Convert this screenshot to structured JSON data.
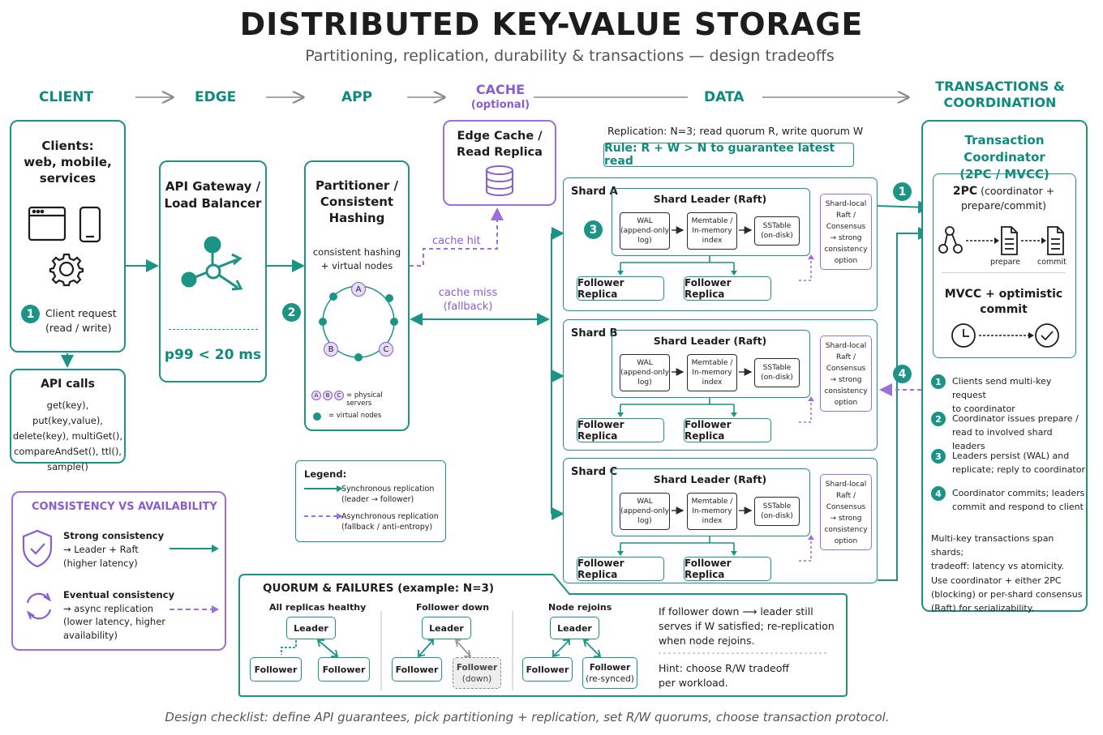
{
  "title": "DISTRIBUTED KEY-VALUE STORAGE",
  "subtitle": "Partitioning, replication, durability & transactions — design tradeoffs",
  "columns": {
    "client": "CLIENT",
    "edge": "EDGE",
    "app": "APP",
    "cache": "CACHE",
    "cache_note": "(optional)",
    "data": "DATA",
    "tx_line1": "TRANSACTIONS &",
    "tx_line2": "COORDINATION"
  },
  "clients": {
    "title_l1": "Clients:",
    "title_l2": "web, mobile,",
    "title_l3": "services",
    "step": "1",
    "req_l1": "Client request",
    "req_l2": "(read / write)"
  },
  "api_calls": {
    "title": "API calls",
    "l1": "get(key), put(key,value),",
    "l2": "delete(key), multiGet(),",
    "l3": "compareAndSet(), ttl(),",
    "l4": "sample()"
  },
  "gateway": {
    "l1": "API Gateway /",
    "l2": "Load Balancer",
    "latency": "p99 < 20 ms"
  },
  "partitioner": {
    "l1": "Partitioner /",
    "l2": "Consistent",
    "l3": "Hashing",
    "note_l1": "consistent hashing",
    "note_l2": "+ virtual nodes",
    "step": "2",
    "node_a": "A",
    "node_b": "B",
    "node_c": "C",
    "legend_physical": "= physical servers",
    "legend_virtual": "= virtual nodes"
  },
  "cache": {
    "l1": "Edge Cache /",
    "l2": "Read Replica",
    "hit": "cache hit",
    "miss_l1": "cache miss",
    "miss_l2": "(fallback)"
  },
  "replication": {
    "info": "Replication: N=3; read quorum R, write quorum W",
    "rule": "Rule: R + W > N to guarantee latest read"
  },
  "shard_common": {
    "leader": "Shard Leader (Raft)",
    "wal_l1": "WAL",
    "wal_l2": "(append-only",
    "wal_l3": "log)",
    "mem_l1": "Memtable /",
    "mem_l2": "In-memory",
    "mem_l3": "index",
    "ss_l1": "SSTable",
    "ss_l2": "(on-disk)",
    "follower": "Follower Replica",
    "raft_l1": "Shard-local",
    "raft_l2": "Raft /",
    "raft_l3": "Consensus",
    "raft_l4": "→ strong",
    "raft_l5": "consistency",
    "raft_l6": "option"
  },
  "shards": [
    {
      "name": "Shard A",
      "step": "3"
    },
    {
      "name": "Shard B"
    },
    {
      "name": "Shard C"
    }
  ],
  "legend": {
    "title": "Legend:",
    "sync_l1": "Synchronous replication",
    "sync_l2": "(leader → follower)",
    "async_l1": "Asynchronous replication",
    "async_l2": "(fallback / anti-entropy)"
  },
  "cva": {
    "title": "CONSISTENCY VS AVAILABILITY",
    "strong_l1": "Strong consistency",
    "strong_l2": "→ Leader + Raft",
    "strong_l3": "(higher latency)",
    "eventual_l1": "Eventual consistency",
    "eventual_l2": "→ async replication",
    "eventual_l3": "(lower latency, higher",
    "eventual_l4": "availability)"
  },
  "quorum": {
    "title": "QUORUM & FAILURES (example: N=3)",
    "healthy": "All replicas healthy",
    "down": "Follower down",
    "rejoin": "Node rejoins",
    "leader": "Leader",
    "follower": "Follower",
    "follower_down_l1": "Follower",
    "follower_down_l2": "(down)",
    "follower_resync_l1": "Follower",
    "follower_resync_l2": "(re-synced)",
    "note_l1": "If follower down ⟶ leader still",
    "note_l2": "serves if W satisfied; re-replication",
    "note_l3": "when node rejoins.",
    "hint_l1": "Hint: choose R/W tradeoff",
    "hint_l2": "per workload."
  },
  "coordinator": {
    "title_l1": "Transaction Coordinator",
    "title_l2": "(2PC / MVCC)",
    "tpc_bold": "2PC",
    "tpc_rest": " (coordinator +",
    "tpc_l2": "prepare/commit)",
    "prepare": "prepare",
    "commit": "commit",
    "mvcc_l1": "MVCC + optimistic",
    "mvcc_l2": "commit",
    "step1": "1",
    "step4": "4",
    "steps": [
      {
        "n": "1",
        "l1": "Clients send multi-key request",
        "l2": "to coordinator"
      },
      {
        "n": "2",
        "l1": "Coordinator issues prepare /",
        "l2": "read to involved shard leaders"
      },
      {
        "n": "3",
        "l1": "Leaders persist (WAL) and",
        "l2": "replicate; reply to coordinator"
      },
      {
        "n": "4",
        "l1": "Coordinator commits; leaders",
        "l2": "commit and respond to client"
      }
    ],
    "summary_l1": "Multi-key transactions span shards;",
    "summary_l2": "tradeoff: latency vs atomicity.",
    "summary_l3": "Use coordinator + either 2PC",
    "summary_l4": "(blocking) or per-shard consensus",
    "summary_l5": "(Raft) for serializability."
  },
  "footer": "Design checklist: define API guarantees, pick partitioning + replication, set R/W quorums, choose transaction protocol.",
  "colors": {
    "teal": "#1b9486",
    "purple": "#9b6fdc",
    "dark": "#1d1d1f"
  }
}
